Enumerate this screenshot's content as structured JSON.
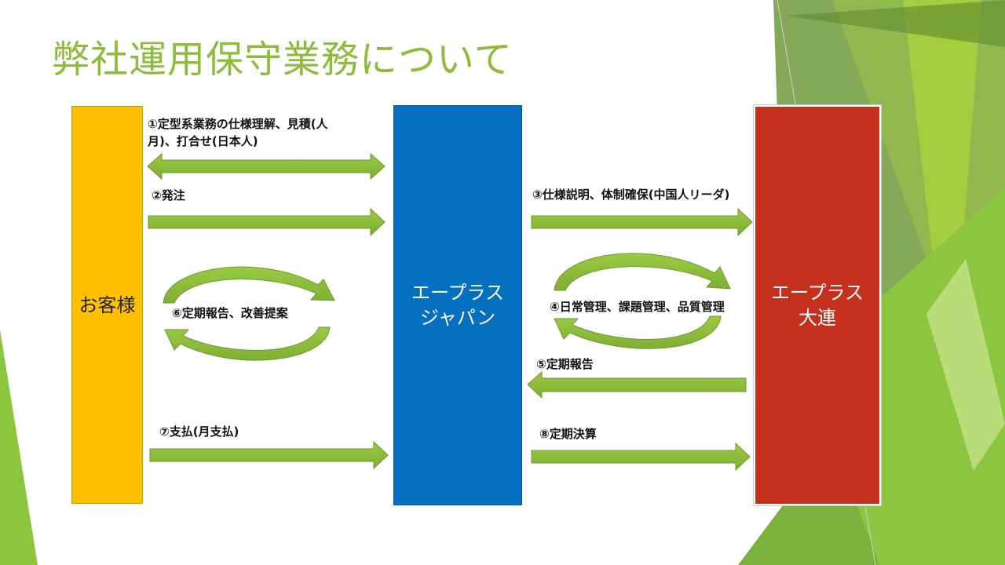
{
  "title": "弊社運用保守業務について",
  "entities": {
    "customer": "お客様",
    "japan": "エープラス\nジャパン",
    "dalian": "エープラス\n大連"
  },
  "flows": {
    "f1": "①定型系業務の仕様理解、見積(人月)、打合せ(日本人)",
    "f1_line1": "①定型系業務の仕様理解、見積(人",
    "f1_line2": "月)、打合せ(日本人)",
    "f2": "②発注",
    "f3": "③仕様説明、体制確保(中国人リーダ)",
    "f4": "④日常管理、課題管理、品質管理",
    "f5": "⑤定期報告",
    "f6": "⑥定期報告、改善提案",
    "f7": "⑦支払(月支払)",
    "f8": "⑧定期決算"
  },
  "colors": {
    "title": "#8cbd3a",
    "arrow": "#8cbd3a",
    "customer": "#fec000",
    "japan": "#0570c0",
    "dalian": "#c4301d"
  }
}
